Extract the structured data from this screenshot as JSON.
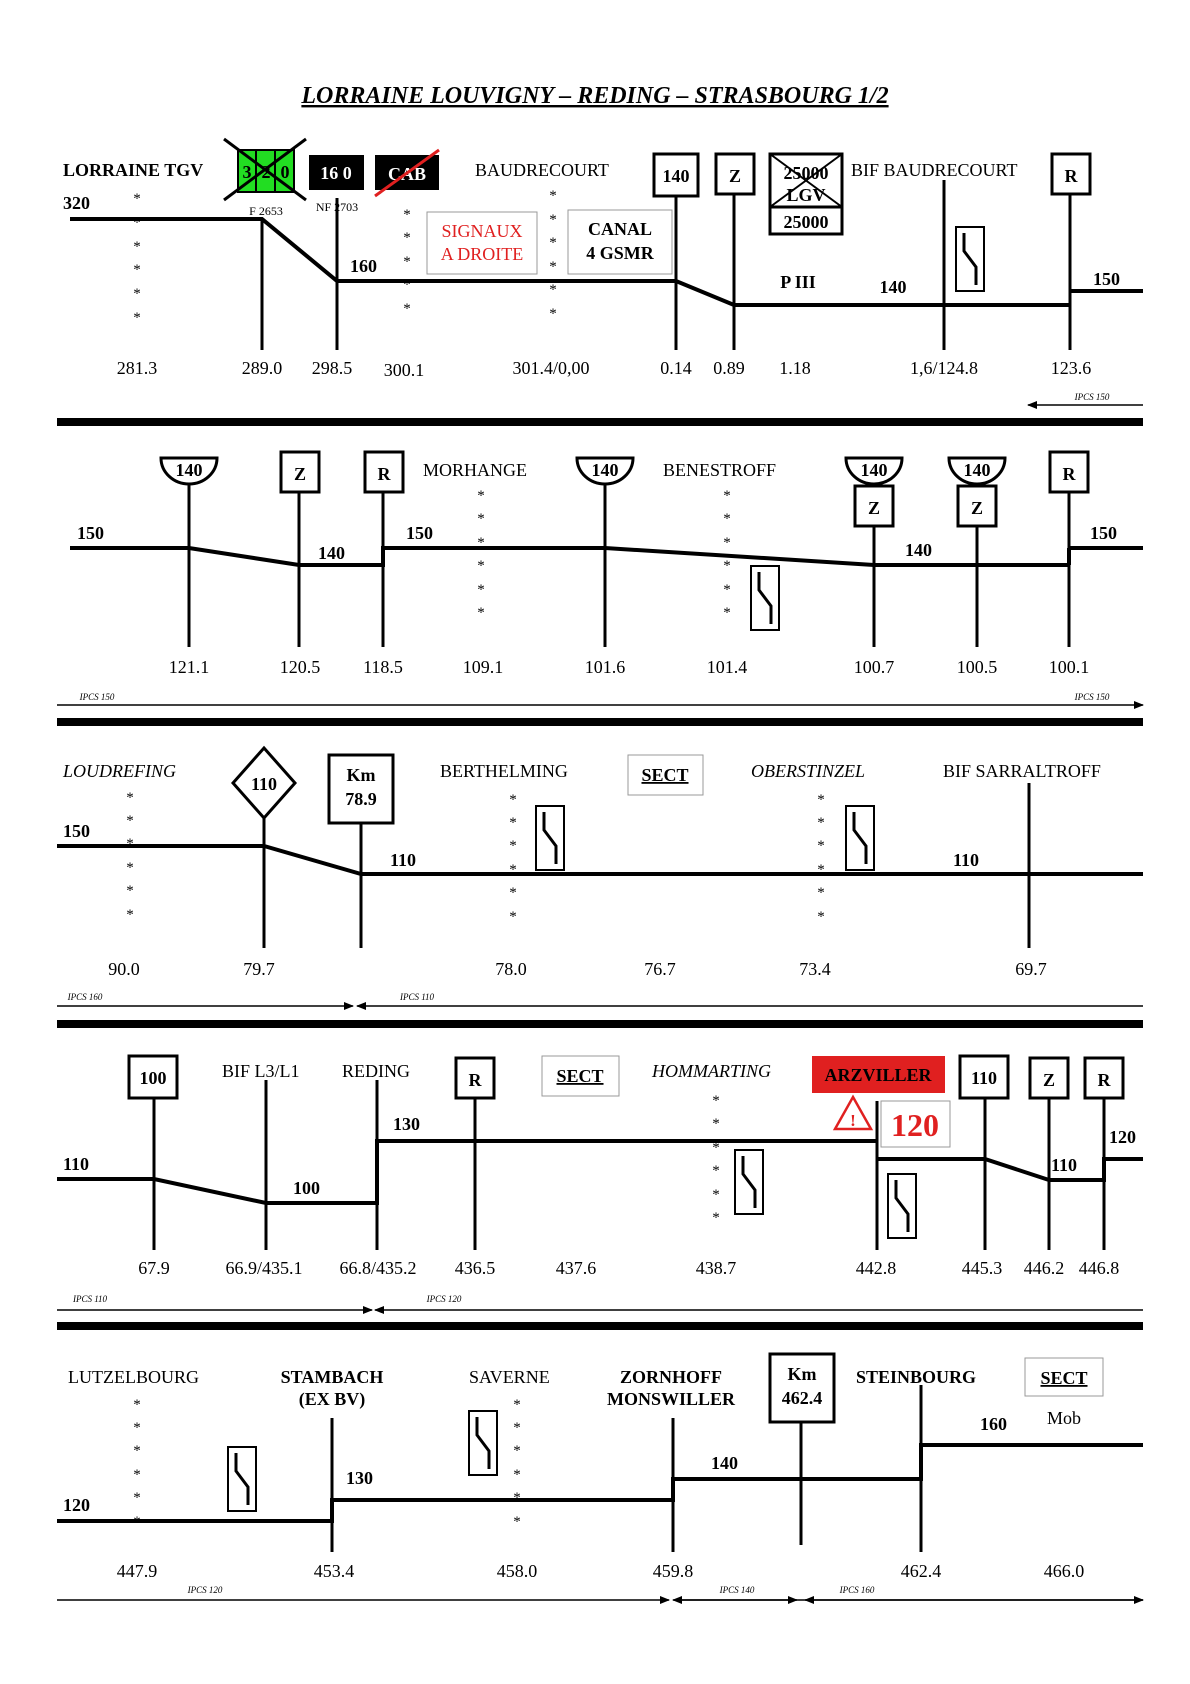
{
  "title": "LORRAINE LOUVIGNY – REDING – STRASBOURG 1/2",
  "colors": {
    "green": "#22dd22",
    "red": "#e02020",
    "black": "#000000",
    "white": "#ffffff"
  },
  "section1": {
    "stations": {
      "lorraine_tgv": "LORRAINE TGV",
      "baudrecourt": "BAUDRECOURT",
      "bif_baudrecourt": "BIF BAUDRECOURT"
    },
    "green_box": [
      "3",
      "2",
      "0"
    ],
    "black_box": "16 0",
    "cab_label": "CAB",
    "signaux": [
      "SIGNAUX",
      "A DROITE"
    ],
    "canal": [
      "CANAL",
      "4 GSMR"
    ],
    "lgv": {
      "top": "25000",
      "middle": "LGV",
      "bottom": "25000"
    },
    "p3": "P III",
    "signs": {
      "s140": "140",
      "z": "Z",
      "r": "R"
    },
    "labels": {
      "f2653": "F 2653",
      "nf2703": "NF 2703"
    },
    "speeds": {
      "v320": "320",
      "v160": "160",
      "v140": "140",
      "v150": "150"
    },
    "km": [
      "281.3",
      "289.0",
      "298.5",
      "300.1",
      "301.4/0,00",
      "0.14",
      "0.89",
      "1.18",
      "1,6/124.8",
      "123.6"
    ],
    "ipcs": [
      "IPCS 150"
    ]
  },
  "section2": {
    "stations": {
      "morhange": "MORHANGE",
      "benestroff": "BENESTROFF"
    },
    "signs": {
      "s140": "140",
      "z": "Z",
      "r": "R"
    },
    "speeds": {
      "v150": "150",
      "v140": "140"
    },
    "km": [
      "121.1",
      "120.5",
      "118.5",
      "109.1",
      "101.6",
      "101.4",
      "100.7",
      "100.5",
      "100.1"
    ],
    "ipcs": [
      "IPCS 150",
      "IPCS 150"
    ]
  },
  "section3": {
    "stations": {
      "loudrefing": "LOUDREFING",
      "berthelming": "BERTHELMING",
      "oberstinzel": "OBERSTINZEL",
      "bif_sarraltroff": "BIF SARRALTROFF"
    },
    "diamond": "110",
    "kmbox": [
      "Km",
      "78.9"
    ],
    "sect": "SECT",
    "speeds": {
      "v150": "150",
      "v110": "110"
    },
    "km": [
      "90.0",
      "79.7",
      "78.0",
      "76.7",
      "73.4",
      "69.7"
    ],
    "ipcs": [
      "IPCS 160",
      "IPCS 110"
    ]
  },
  "section4": {
    "stations": {
      "bif_l3l1": "BIF L3/L1",
      "reding": "REDING",
      "hommarting": "HOMMARTING",
      "arzviller": "ARZVILLER"
    },
    "signs": {
      "s100": "100",
      "r": "R",
      "s110": "110",
      "z": "Z"
    },
    "sect": "SECT",
    "warn_speed": "120",
    "speeds": {
      "v110": "110",
      "v100": "100",
      "v130": "130",
      "v120": "120"
    },
    "km": [
      "67.9",
      "66.9/435.1",
      "66.8/435.2",
      "436.5",
      "437.6",
      "438.7",
      "442.8",
      "445.3",
      "446.2",
      "446.8"
    ],
    "ipcs": [
      "IPCS 110",
      "IPCS 120"
    ]
  },
  "section5": {
    "stations": {
      "lutzelbourg": "LUTZELBOURG",
      "stambach": [
        "STAMBACH",
        "(EX BV)"
      ],
      "saverne": "SAVERNE",
      "zornhoff": [
        "ZORNHOFF",
        "MONSWILLER"
      ],
      "steinbourg": "STEINBOURG"
    },
    "kmbox": [
      "Km",
      "462.4"
    ],
    "sect": "SECT",
    "mob": "Mob",
    "speeds": {
      "v120": "120",
      "v130": "130",
      "v140": "140",
      "v160": "160"
    },
    "km": [
      "447.9",
      "453.4",
      "458.0",
      "459.8",
      "462.4",
      "466.0"
    ],
    "ipcs": [
      "IPCS 120",
      "IPCS 140",
      "IPCS 160"
    ]
  }
}
